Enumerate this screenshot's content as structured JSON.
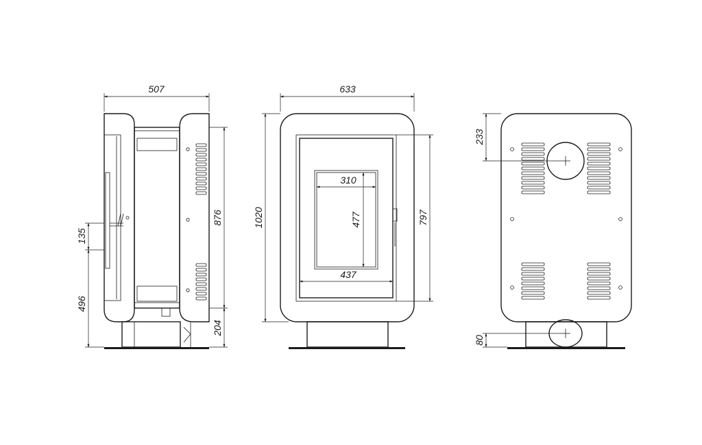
{
  "drawing": {
    "views": [
      "side",
      "front",
      "back"
    ],
    "side_view": {
      "width_label": "507",
      "total_height_label": "876",
      "handle_height_label": "135",
      "handle_from_floor_label": "496",
      "leg_height_label": "204"
    },
    "front_view": {
      "width_label": "633",
      "total_height_label": "1020",
      "glass_width_label": "310",
      "glass_height_label": "477",
      "door_width_label": "437",
      "door_height_label": "797"
    },
    "back_view": {
      "flue_top_label": "233",
      "flue_bottom_label": "80"
    }
  }
}
